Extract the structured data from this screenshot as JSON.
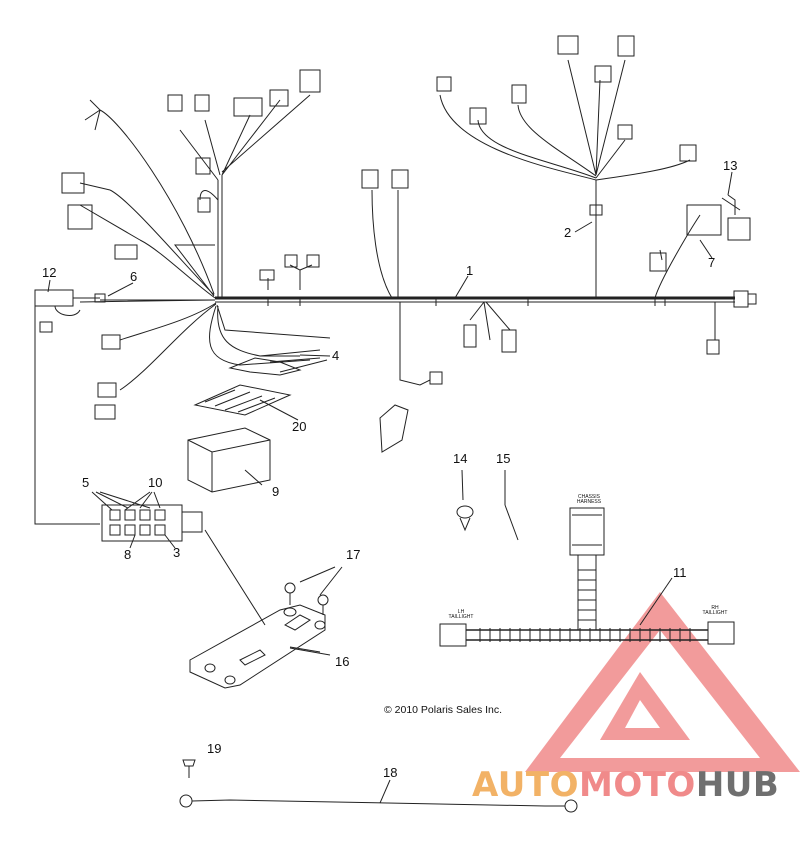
{
  "copyright": "© 2010 Polaris Sales Inc.",
  "watermark": {
    "part1": "AUTO",
    "part2": "MOTO",
    "part3": "HUB"
  },
  "callouts": {
    "c1": "1",
    "c2": "2",
    "c3": "3",
    "c4": "4",
    "c5": "5",
    "c6": "6",
    "c7": "7",
    "c8": "8",
    "c9": "9",
    "c10": "10",
    "c11": "11",
    "c12": "12",
    "c13": "13",
    "c14": "14",
    "c15": "15",
    "c16": "16",
    "c17": "17",
    "c18": "18",
    "c19": "19",
    "c20": "20"
  },
  "tags": {
    "chassis": "CHASSIS HARNESS",
    "lh_taillight": "LH TAILLIGHT",
    "rh_taillight": "RH TAILLIGHT"
  },
  "colors": {
    "line": "#222222",
    "watermark_red": "#f08a8a",
    "watermark_orange": "#f2b266",
    "watermark_gray": "#6f6f6f"
  }
}
